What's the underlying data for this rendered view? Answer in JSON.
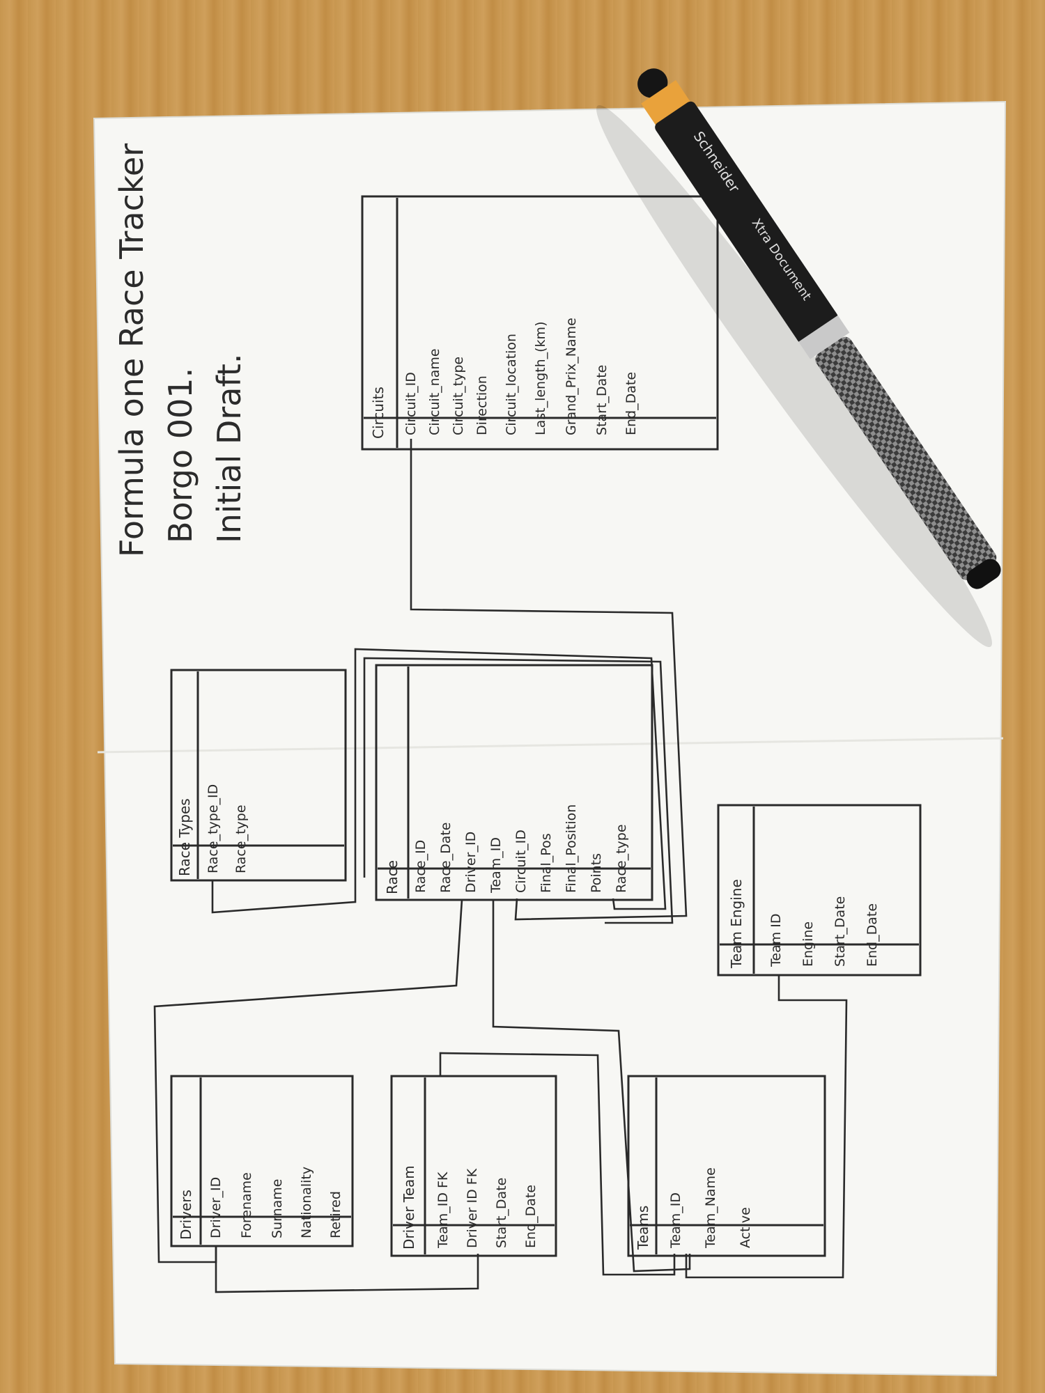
{
  "heading": {
    "line1": "Formula one Race Tracker",
    "line2": "Borgo 001.",
    "line3": "Initial Draft."
  },
  "tables": {
    "circuits": {
      "title": "Circuits",
      "attrs": [
        "Circuit_ID",
        "Circuit_name",
        "Circuit_type",
        "Direction",
        "Circuit_location",
        "Last_length_(km)",
        "Grand_Prix_Name",
        "Start_Date",
        "End_Date"
      ]
    },
    "race_types": {
      "title": "Race Types",
      "attrs": [
        "Race_type_ID",
        "Race_type"
      ]
    },
    "race": {
      "title": "Race",
      "attrs": [
        "Race_ID",
        "Race_Date",
        "Driver_ID",
        "Team_ID",
        "Circuit_ID",
        "Final_Pos",
        "Final_Position",
        "Points",
        "Race_type"
      ]
    },
    "team_engine": {
      "title": "Team Engine",
      "attrs": [
        "Team ID",
        "Engine",
        "Start_Date",
        "End_Date"
      ]
    },
    "drivers": {
      "title": "Drivers",
      "attrs": [
        "Driver_ID",
        "Forename",
        "Surname",
        "Nationality",
        "Retired"
      ]
    },
    "driver_team": {
      "title": "Driver Team",
      "attrs": [
        "Team_ID FK",
        "Driver ID FK",
        "Start_Date",
        "End_Date"
      ]
    },
    "teams": {
      "title": "Teams",
      "attrs": [
        "Team_ID",
        "Team_Name",
        "Active"
      ]
    }
  },
  "pen": {
    "brand": "Schneider",
    "model": "Xtra Document",
    "colors": {
      "barrel": "#1c1c1c",
      "band": "#e9a23b",
      "grip": "#9a9a9a"
    }
  },
  "colors": {
    "ink": "#2a2a2a",
    "paper": "#f7f7f4",
    "desk": "#c99a55"
  }
}
